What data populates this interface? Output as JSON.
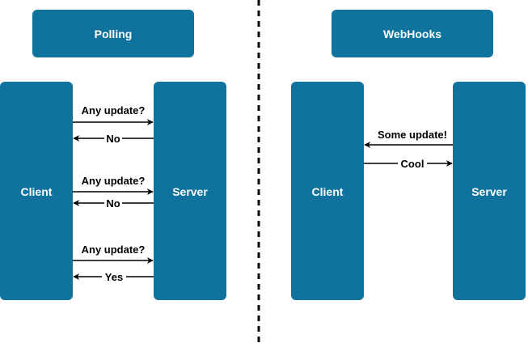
{
  "colors": {
    "box_fill": "#10739E",
    "box_text": "#FFFFFF",
    "arrow": "#000000",
    "divider": "#000000"
  },
  "polling": {
    "title": "Polling",
    "client": "Client",
    "server": "Server",
    "messages": [
      {
        "label": "Any update?",
        "direction": "client-to-server"
      },
      {
        "label": "No",
        "direction": "server-to-client"
      },
      {
        "label": "Any update?",
        "direction": "client-to-server"
      },
      {
        "label": "No",
        "direction": "server-to-client"
      },
      {
        "label": "Any update?",
        "direction": "client-to-server"
      },
      {
        "label": "Yes",
        "direction": "server-to-client"
      }
    ]
  },
  "webhooks": {
    "title": "WebHooks",
    "client": "Client",
    "server": "Server",
    "messages": [
      {
        "label": "Some update!",
        "direction": "server-to-client"
      },
      {
        "label": "Cool",
        "direction": "client-to-server"
      }
    ]
  }
}
